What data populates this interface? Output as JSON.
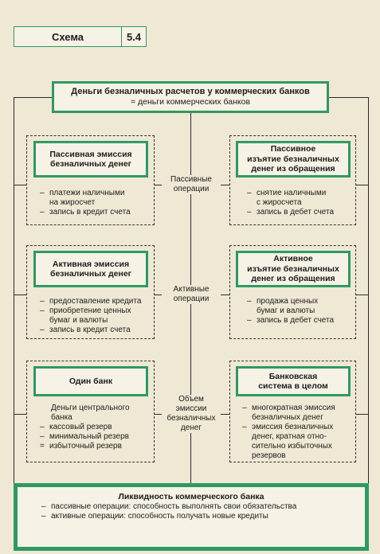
{
  "scheme": {
    "label": "Схема",
    "number": "5.4"
  },
  "title": {
    "line1": "Деньги безналичных расчетов у коммерческих банков",
    "line2": "= деньги коммерческих банков"
  },
  "rows": [
    {
      "left": {
        "heading": [
          "Пассивная эмиссия",
          "безналичных денег"
        ],
        "items": [
          [
            "платежи наличными",
            "на жиросчет"
          ],
          [
            "запись в кредит счета"
          ]
        ]
      },
      "center": [
        "Пассивные",
        "операции"
      ],
      "right": {
        "heading": [
          "Пассивное",
          "изъятие безналичных",
          "денег из обращения"
        ],
        "items": [
          [
            "снятие наличными",
            "с жиросчета"
          ],
          [
            "запись в дебет счета"
          ]
        ]
      }
    },
    {
      "left": {
        "heading": [
          "Активная эмиссия",
          "безналичных денег"
        ],
        "items": [
          [
            "предоставление кредита"
          ],
          [
            "приобретение ценных",
            "бумаг и валюты"
          ],
          [
            "запись в кредит счета"
          ]
        ]
      },
      "center": [
        "Активные",
        "операции"
      ],
      "right": {
        "heading": [
          "Активное",
          "изъятие безналичных",
          "денег из обращения"
        ],
        "items": [
          [
            "продажа ценных",
            "бумаг и валюты"
          ],
          [
            "запись в дебет счета"
          ]
        ]
      }
    },
    {
      "left": {
        "heading": [
          "Один банк"
        ],
        "items": [
          [
            "Деньги центрального",
            "банка"
          ],
          [
            "кассовый резерв"
          ],
          [
            "минимальный резерв"
          ],
          [
            "избыточный резерв"
          ]
        ]
      },
      "center": [
        "Объем",
        "эмиссии",
        "безналичных",
        "денег"
      ],
      "right": {
        "heading": [
          "Банковская",
          "система в целом"
        ],
        "items": [
          [
            "многократная эмиссия",
            "безналичных денег"
          ],
          [
            "эмиссия безналичных",
            "денег, кратная отно-",
            "сительно избыточных",
            "резервов"
          ]
        ]
      }
    }
  ],
  "bottom": {
    "title": "Ликвидность коммерческого банка",
    "items": [
      "пассивные операции: способность выполнять свои обязательства",
      "активные операции: способность получать новые кредиты"
    ]
  },
  "colors": {
    "accent_green": "#2e9a63",
    "paper": "#efe8d4"
  }
}
